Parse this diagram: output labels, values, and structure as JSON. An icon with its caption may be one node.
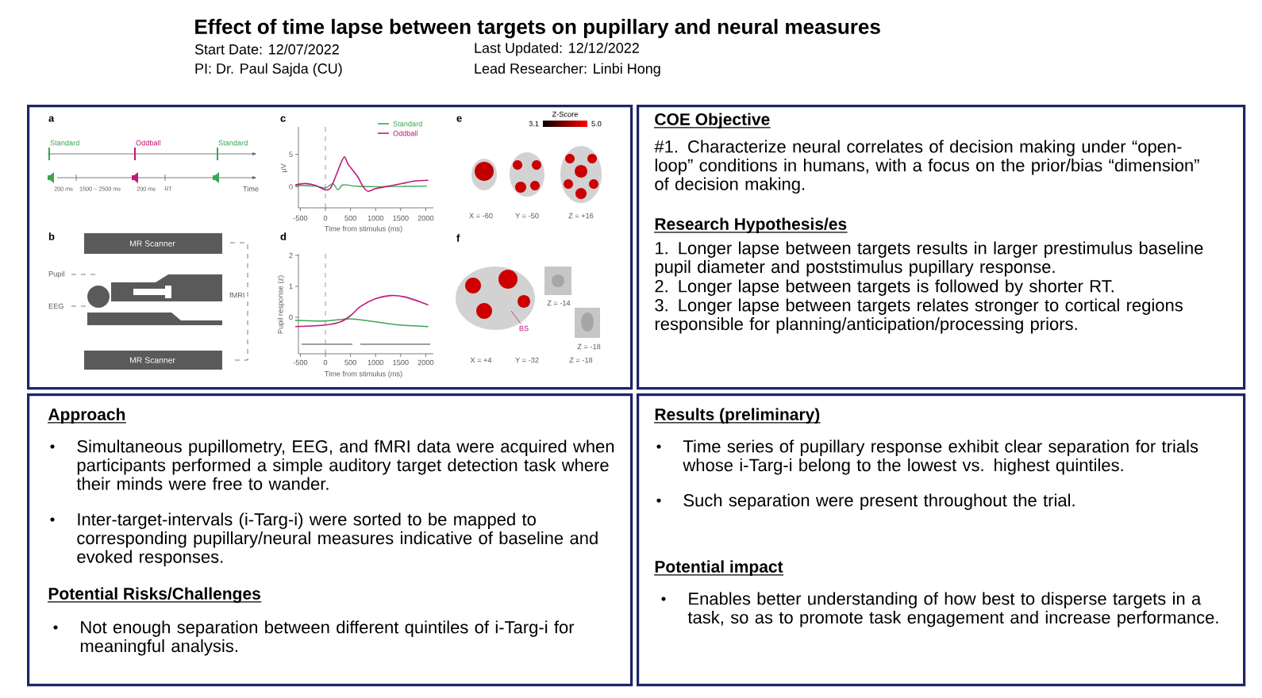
{
  "diagram": {
    "title": "Effect of time lapse between targets on pupillary and neural measures",
    "nodes": [
      {
        "text": [],
        "shape": "picture"
      },
      {
        "text": [
          "COE Objective",
          "#1. Characterize neural correlates of decision making under “open-loop” conditions in humans, with a focus on the prior/bias “dimension” of decision making.",
          "Research Hypothesis/es",
          "1. Longer lapse between targets results in larger prestimulus baseline pupil diameter and poststimulus pupillary response.",
          "2. Longer lapse between targets is followed by shorter RT.",
          "3. Longer lapse between targets relates stronger to cortical regions responsible for planning/anticipation/processing priors."
        ]
      },
      {
        "text": [
          "Approach",
          "Simultaneous pupillometry, EEG, and fMRI data were acquired when participants performed a simple auditory target detection task where their minds were free to wander.",
          "Inter-target-intervals (i-Targ-i) were sorted to be mapped to corresponding pupillary/neural measures indicative of baseline and evoked responses.",
          "Potential Risks/Challenges",
          "Not enough separation between different quintiles of i-Targ-i for meaningful analysis."
        ]
      },
      {
        "text": [
          "Results (preliminary)",
          "Time series of pupillary response exhibit clear separation for trials whose i-Targ-i belong to the lowest vs. highest quintiles.",
          "Such separation were present throughout the trial.",
          "Potential impact",
          "Enables better understanding of how best to disperse targets in a task, so as to promote task engagement and increase performance."
        ]
      }
    ],
    "labels": [
      "Start Date: 12/07/2022",
      "Last Updated: 12/12/2022",
      "PI: Dr. Paul Sajda (CU)",
      "Lead Researcher: Linbi Hong",
      "a",
      "c",
      "Standard",
      "Oddball",
      "e",
      "Z-Score",
      "3.1",
      "5.0",
      "Standard",
      "Oddball",
      "Standard",
      "5",
      "µV",
      "200 ms",
      "1500 ~ 2500 ms",
      "200 ms",
      "RT",
      "Time",
      "0",
      "-500",
      "0",
      "500",
      "1000",
      "1500",
      "2000",
      "Time from stimulus (ms)",
      "X = -60",
      "Y = -50",
      "Z = +16",
      "b",
      "MR Scanner",
      "d",
      "f",
      "2",
      "Pupil",
      "1",
      "Pupil response (z)",
      "fMRI",
      "Z = -14",
      "EEG",
      "0",
      "BS",
      "Z = -18",
      "MR Scanner",
      "-500",
      "0",
      "500",
      "1000",
      "1500",
      "2000",
      "X = +4",
      "Y = -32",
      "Z = -18",
      "Time from stimulus (ms)"
    ]
  }
}
